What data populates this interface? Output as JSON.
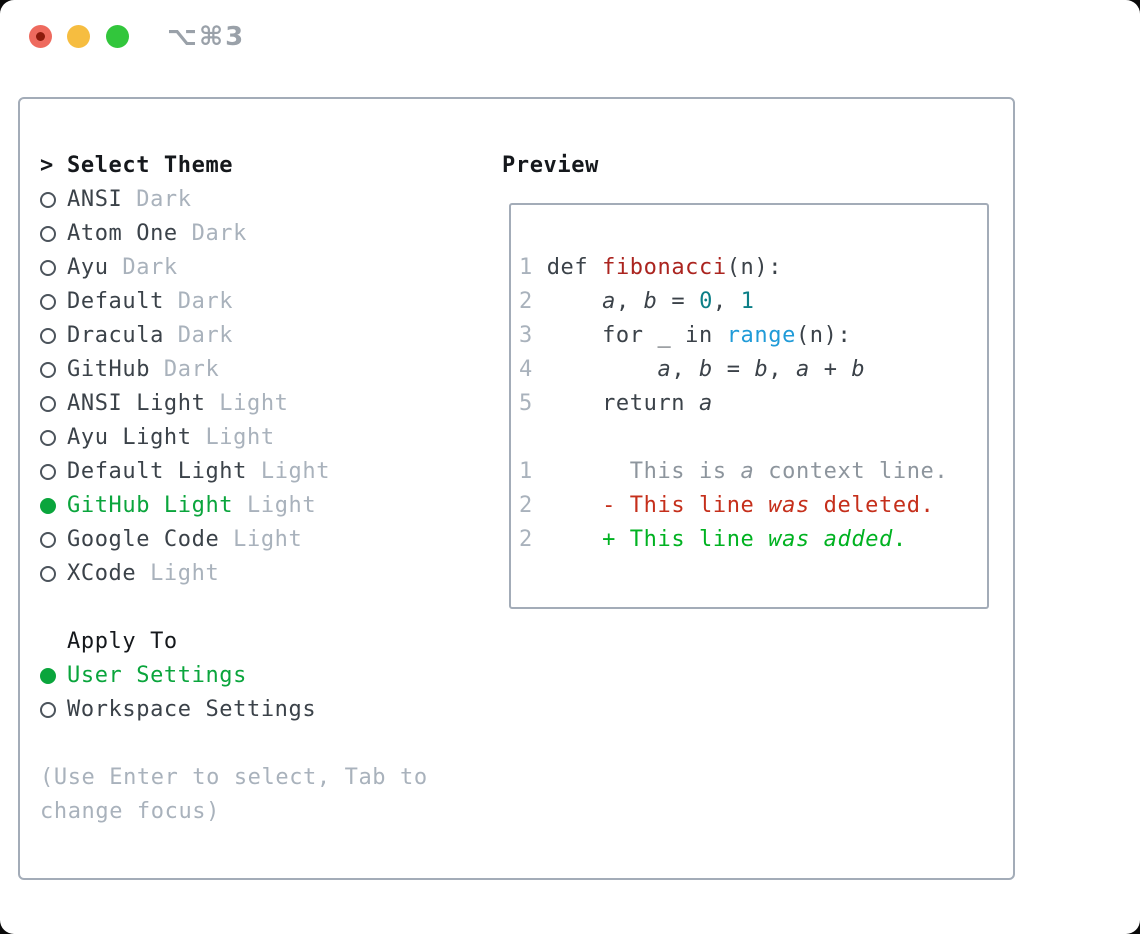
{
  "titlebar": {
    "shortcut": "⌥⌘3",
    "buttons": [
      {
        "name": "close"
      },
      {
        "name": "minimize"
      },
      {
        "name": "zoom"
      }
    ]
  },
  "theme_panel": {
    "prompt": ">",
    "title": "Select Theme",
    "themes": [
      {
        "name": "ANSI",
        "variant": "Dark",
        "selected": false
      },
      {
        "name": "Atom One",
        "variant": "Dark",
        "selected": false
      },
      {
        "name": "Ayu",
        "variant": "Dark",
        "selected": false
      },
      {
        "name": "Default",
        "variant": "Dark",
        "selected": false
      },
      {
        "name": "Dracula",
        "variant": "Dark",
        "selected": false
      },
      {
        "name": "GitHub",
        "variant": "Dark",
        "selected": false
      },
      {
        "name": "ANSI Light",
        "variant": "Light",
        "selected": false
      },
      {
        "name": "Ayu Light",
        "variant": "Light",
        "selected": false
      },
      {
        "name": "Default Light",
        "variant": "Light",
        "selected": false
      },
      {
        "name": "GitHub Light",
        "variant": "Light",
        "selected": true
      },
      {
        "name": "Google Code",
        "variant": "Light",
        "selected": false
      },
      {
        "name": "XCode",
        "variant": "Light",
        "selected": false
      }
    ],
    "apply_to": {
      "title": "Apply To",
      "options": [
        {
          "label": "User Settings",
          "selected": true
        },
        {
          "label": "Workspace Settings",
          "selected": false
        }
      ]
    },
    "hint_lines": [
      "(Use Enter to select, Tab to",
      "change focus)"
    ]
  },
  "preview": {
    "title": "Preview",
    "lines": [
      {
        "kind": "code",
        "tokens": [
          {
            "t": "1 ",
            "c": "ln"
          },
          {
            "t": "def ",
            "c": "p"
          },
          {
            "t": "fibonacci",
            "c": "fn"
          },
          {
            "t": "(n):",
            "c": "p"
          }
        ]
      },
      {
        "kind": "code",
        "tokens": [
          {
            "t": "2 ",
            "c": "ln"
          },
          {
            "t": "    ",
            "c": "p"
          },
          {
            "t": "a",
            "c": "v"
          },
          {
            "t": ", ",
            "c": "p"
          },
          {
            "t": "b",
            "c": "v"
          },
          {
            "t": " = ",
            "c": "p"
          },
          {
            "t": "0",
            "c": "n"
          },
          {
            "t": ", ",
            "c": "p"
          },
          {
            "t": "1",
            "c": "n"
          }
        ]
      },
      {
        "kind": "code",
        "tokens": [
          {
            "t": "3 ",
            "c": "ln"
          },
          {
            "t": "    for _ in ",
            "c": "p"
          },
          {
            "t": "range",
            "c": "bi"
          },
          {
            "t": "(n):",
            "c": "p"
          }
        ]
      },
      {
        "kind": "code",
        "tokens": [
          {
            "t": "4 ",
            "c": "ln"
          },
          {
            "t": "        ",
            "c": "p"
          },
          {
            "t": "a",
            "c": "v"
          },
          {
            "t": ", ",
            "c": "p"
          },
          {
            "t": "b",
            "c": "v"
          },
          {
            "t": " = ",
            "c": "p"
          },
          {
            "t": "b",
            "c": "v"
          },
          {
            "t": ", ",
            "c": "p"
          },
          {
            "t": "a",
            "c": "v"
          },
          {
            "t": " + ",
            "c": "p"
          },
          {
            "t": "b",
            "c": "v"
          }
        ]
      },
      {
        "kind": "code",
        "tokens": [
          {
            "t": "5 ",
            "c": "ln"
          },
          {
            "t": "    return ",
            "c": "p"
          },
          {
            "t": "a",
            "c": "v"
          }
        ]
      },
      {
        "kind": "blank",
        "tokens": []
      },
      {
        "kind": "diff-context",
        "tokens": [
          {
            "t": "1 ",
            "c": "ln"
          },
          {
            "t": "      This is ",
            "c": "ctx"
          },
          {
            "t": "a",
            "c": "ctxi"
          },
          {
            "t": " context line.",
            "c": "ctx"
          }
        ]
      },
      {
        "kind": "diff-deleted",
        "tokens": [
          {
            "t": "2 ",
            "c": "ln"
          },
          {
            "t": "    ",
            "c": "p"
          },
          {
            "t": "- This line ",
            "c": "del"
          },
          {
            "t": "was",
            "c": "deli"
          },
          {
            "t": " deleted.",
            "c": "del"
          }
        ]
      },
      {
        "kind": "diff-added",
        "tokens": [
          {
            "t": "2 ",
            "c": "ln"
          },
          {
            "t": "    ",
            "c": "p"
          },
          {
            "t": "+ This line ",
            "c": "add"
          },
          {
            "t": "was",
            "c": "addi"
          },
          {
            "t": " ",
            "c": "add"
          },
          {
            "t": "added",
            "c": "addi"
          },
          {
            "t": ".",
            "c": "add"
          }
        ]
      }
    ]
  },
  "colors": {
    "ink": "#3b4249",
    "black": "#15181c",
    "muted": "#a9b2bc",
    "context": "#8d959d",
    "fn-red": "#ab241f",
    "builtin-blue": "#209bd8",
    "number-teal": "#0c7f87",
    "diff-red": "#c52f1b",
    "diff-green": "#00b221",
    "accent-green": "#0aa53c",
    "border": "#a3acb8",
    "outline": "#4c545c",
    "t-red": "#ee6a5e",
    "t-red-dot": "#8c1a0c",
    "t-yellow": "#f6bd40",
    "t-green": "#32c63c"
  }
}
